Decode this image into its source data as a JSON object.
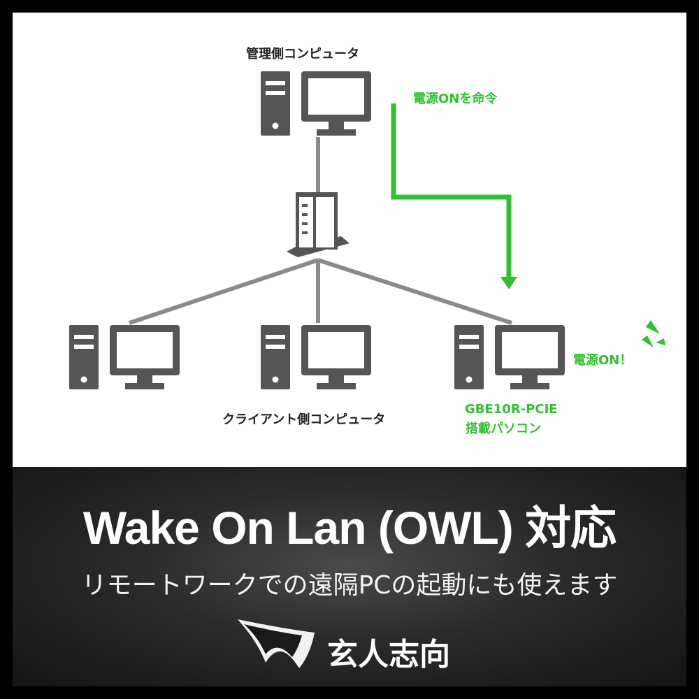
{
  "diagram": {
    "admin_label": "管理側コンピュータ",
    "command_label": "電源ONを命令",
    "client_label": "クライアント側コンピュータ",
    "target_label_line1": "GBE10R-PCIE",
    "target_label_line2": "搭載パソコン",
    "power_on_label": "電源ON！"
  },
  "banner": {
    "headline": "Wake On Lan (OWL) 対応",
    "subline": "リモートワークでの遠隔PCの起動にも使えます"
  },
  "brand": {
    "name": "玄人志向"
  },
  "colors": {
    "accent_green": "#2fc12f",
    "icon_gray": "#555555",
    "line_gray": "#8a8a8a"
  }
}
